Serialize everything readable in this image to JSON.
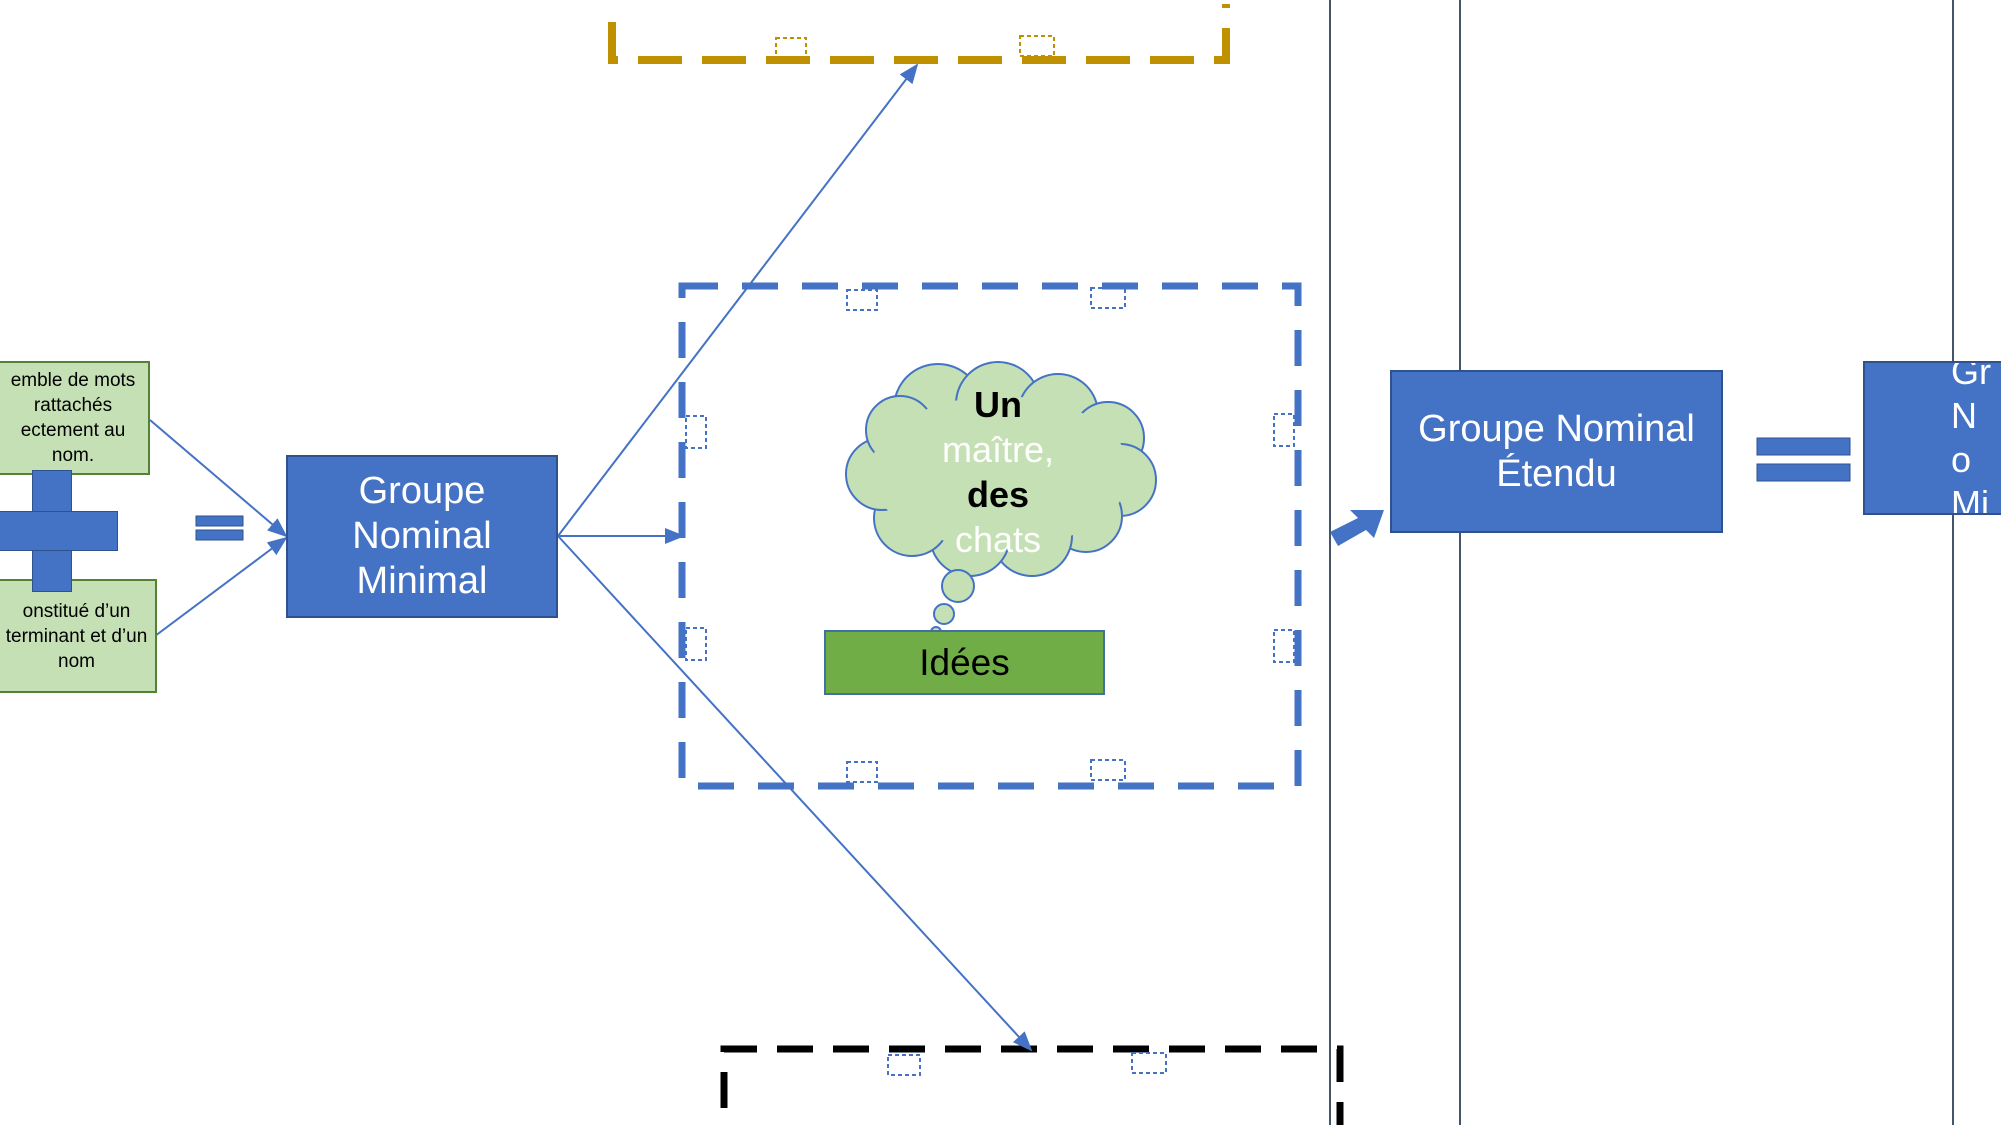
{
  "diagram": {
    "left_note_top": "emble de mots rattachés ectement au nom.",
    "left_note_bottom": "onstitué d’un terminant et d’un nom",
    "groupe_minimal": "Groupe Nominal Minimal",
    "groupe_etendu": "Groupe Nominal Étendu",
    "groupe_clipped": "Gr No Mi",
    "cloud_words": [
      "Un",
      "maître,",
      "des",
      "chats"
    ],
    "idees_label": "Idées"
  },
  "colors": {
    "accent_blue": "#4472c4",
    "blue_border": "#2f528f",
    "gold_dash": "#bf9000",
    "note_green": "#c5e0b4",
    "label_green": "#70ad47",
    "line_dark": "#44546a"
  }
}
